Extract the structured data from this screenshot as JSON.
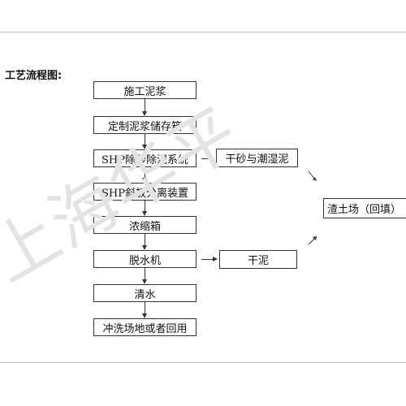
{
  "heading": "工艺流程图:",
  "main_steps": [
    "施工泥浆",
    "定制泥浆储存箱",
    "SHP除砂除泥系统",
    "SHP斜板分离装置",
    "浓缩箱",
    "脱水机",
    "清水",
    "冲洗场地或者回用"
  ],
  "side_outputs": {
    "dry_sand": "干砂与潮湿泥",
    "dry_mud": "干泥",
    "destination": "渣土场（回填）"
  },
  "watermark": "上海华平"
}
